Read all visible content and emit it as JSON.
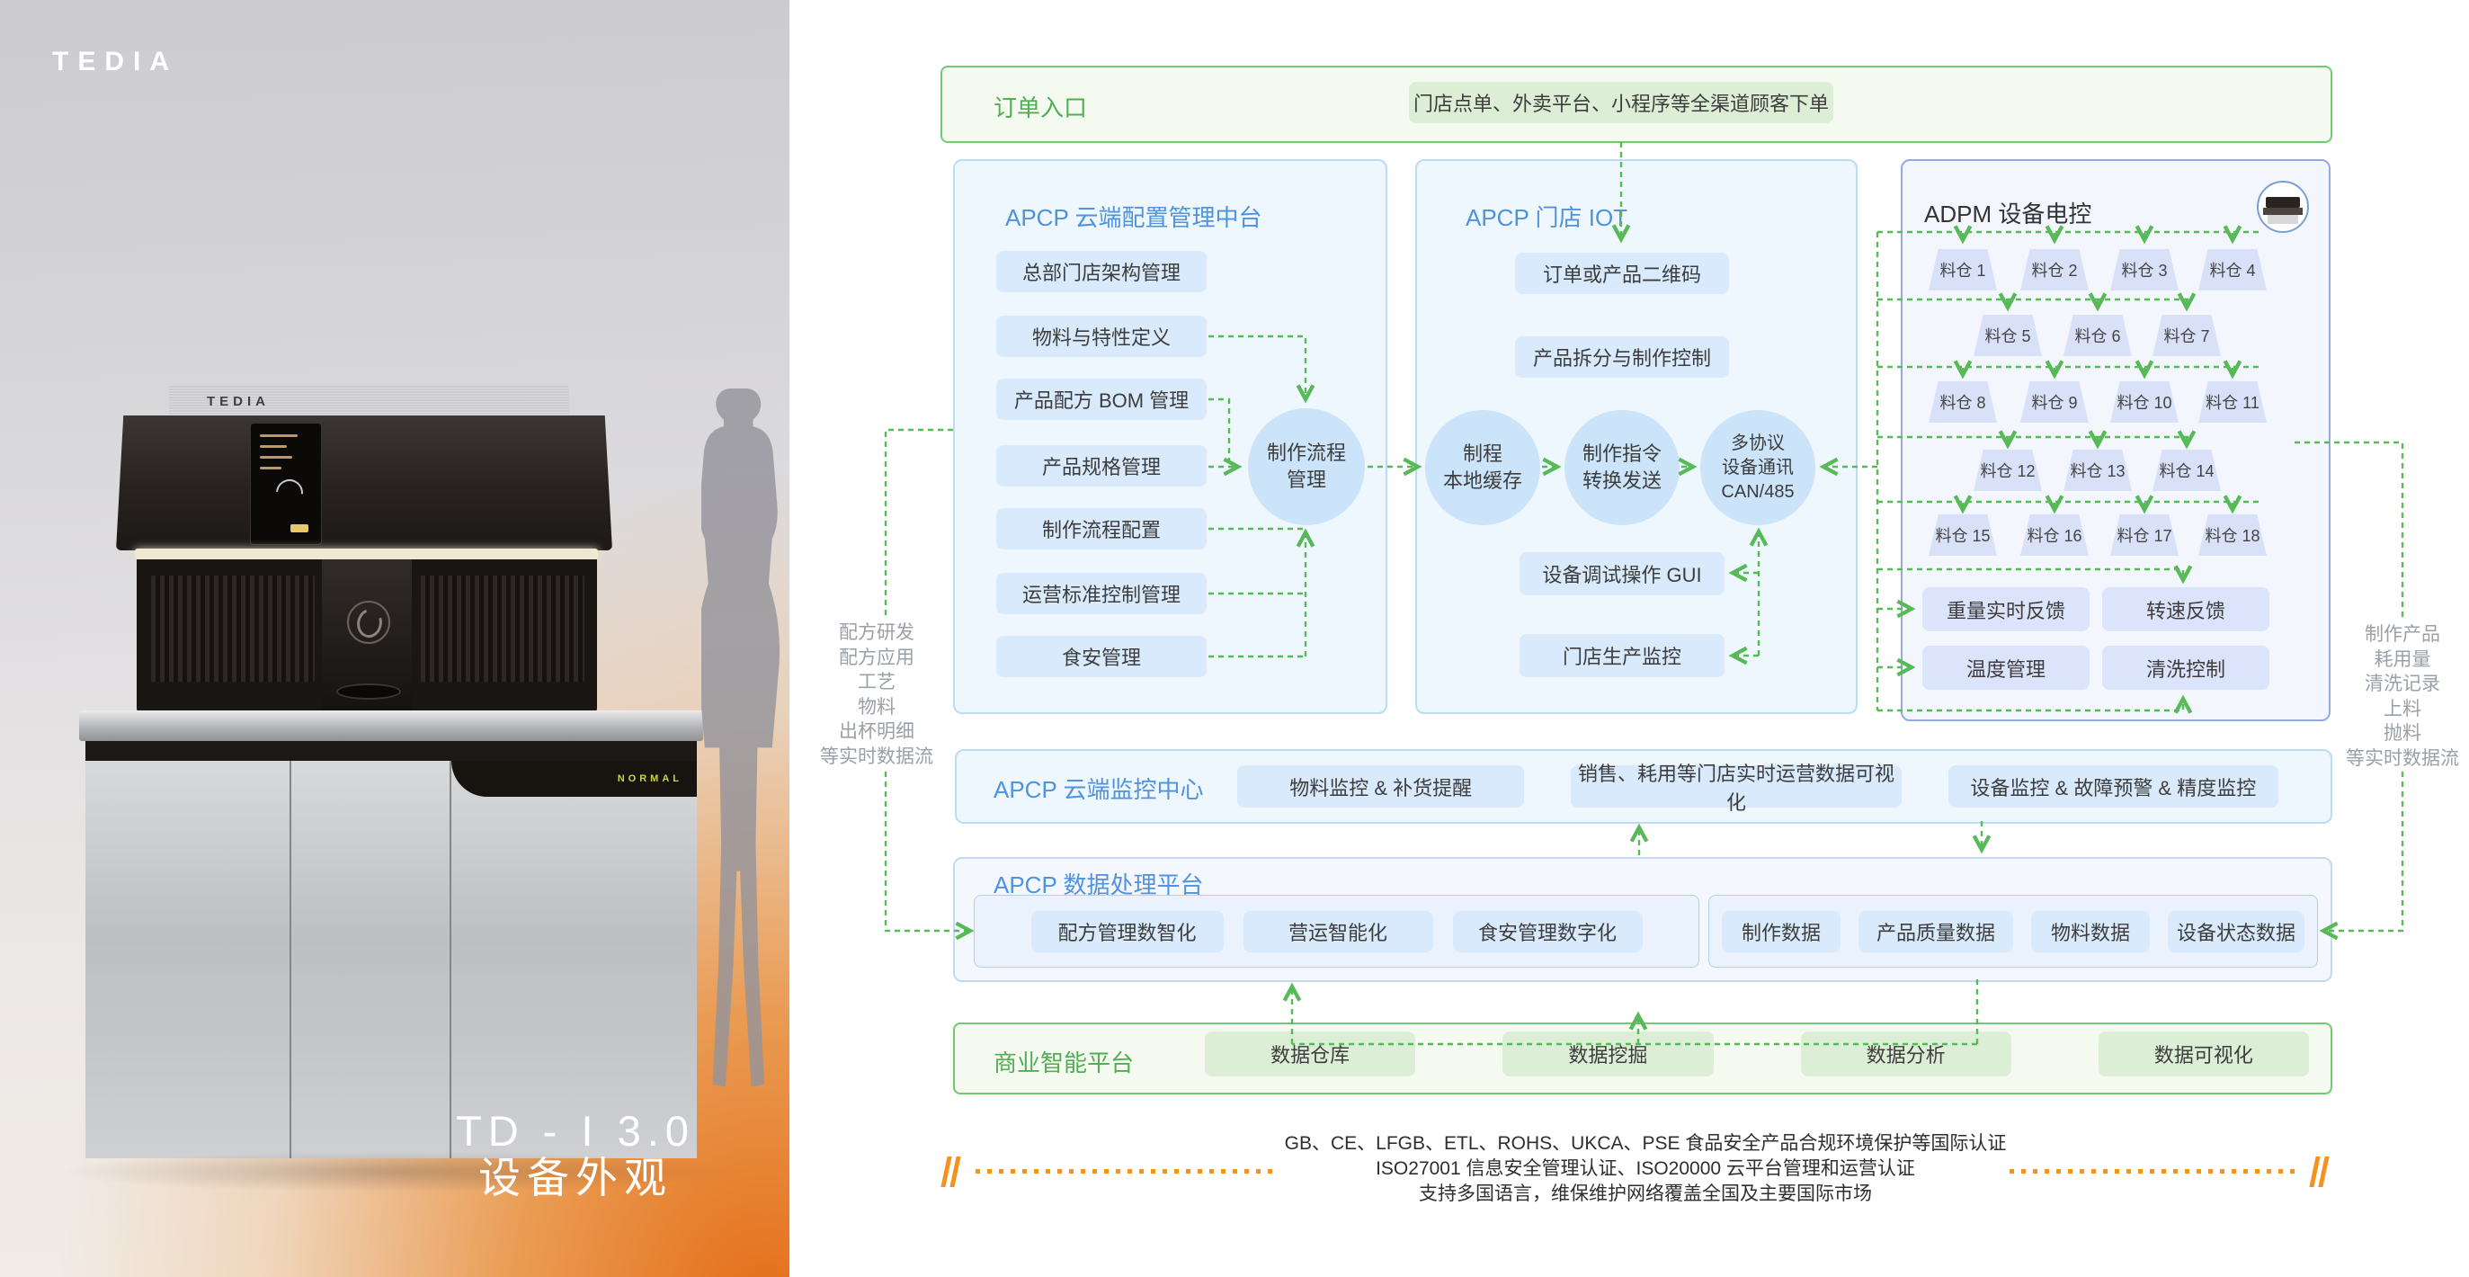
{
  "left_panel": {
    "brand_logo": "TEDIA",
    "machine_logo": "TEDIA",
    "machine_badge": "NORMAL",
    "model_line1": "TD - I 3.0",
    "model_line2": "设备外观"
  },
  "order_entry": {
    "title": "订单入口",
    "channel": "门店点单、外卖平台、小程序等全渠道顾客下单"
  },
  "cloud_config": {
    "title": "APCP 云端配置管理中台",
    "items": [
      "总部门店架构管理",
      "物料与特性定义",
      "产品配方 BOM 管理",
      "产品规格管理",
      "制作流程配置",
      "运营标准控制管理",
      "食安管理"
    ],
    "hub": "制作流程\n管理"
  },
  "store_iot": {
    "title": "APCP 门店 IOT",
    "steps": [
      "订单或产品二维码",
      "产品拆分与制作控制"
    ],
    "nodes": [
      "制程\n本地缓存",
      "制作指令\n转换发送",
      "多协议\n设备通讯\nCAN/485"
    ],
    "panels": [
      "设备调试操作 GUI",
      "门店生产监控"
    ]
  },
  "adpm": {
    "title": "ADPM 设备电控",
    "bins": [
      "料仓 1",
      "料仓 2",
      "料仓 3",
      "料仓 4",
      "料仓 5",
      "料仓 6",
      "料仓 7",
      "料仓 8",
      "料仓 9",
      "料仓 10",
      "料仓 11",
      "料仓 12",
      "料仓 13",
      "料仓 14",
      "料仓 15",
      "料仓 16",
      "料仓 17",
      "料仓 18"
    ],
    "controls": [
      "重量实时反馈",
      "转速反馈",
      "温度管理",
      "清洗控制"
    ]
  },
  "left_flow": {
    "lines": [
      "配方研发",
      "配方应用",
      "工艺",
      "物料",
      "出杯明细",
      "等实时数据流"
    ]
  },
  "right_flow": {
    "lines": [
      "制作产品",
      "耗用量",
      "清洗记录",
      "上料",
      "抛料",
      "等实时数据流"
    ]
  },
  "monitor_center": {
    "title": "APCP 云端监控中心",
    "items": [
      "物料监控 & 补货提醒",
      "销售、耗用等门店实时运营数据可视化",
      "设备监控 & 故障预警 & 精度监控"
    ]
  },
  "data_platform": {
    "title": "APCP 数据处理平台",
    "group1": [
      "配方管理数智化",
      "营运智能化",
      "食安管理数字化"
    ],
    "group2": [
      "制作数据",
      "产品质量数据",
      "物料数据",
      "设备状态数据"
    ]
  },
  "bi_platform": {
    "title": "商业智能平台",
    "items": [
      "数据仓库",
      "数据挖掘",
      "数据分析",
      "数据可视化"
    ]
  },
  "footer": {
    "lines": [
      "GB、CE、LFGB、ETL、ROHS、UKCA、PSE 食品安全产品合规环境保护等国际认证",
      "ISO27001 信息安全管理认证、ISO20000 云平台管理和运营认证",
      "支持多国语言，维保维护网络覆盖全国及主要国际市场"
    ]
  },
  "colors": {
    "connector_green": "#57ba57",
    "title_blue": "#5093dd",
    "title_green": "#53ae53",
    "accent_orange": "#f5921e",
    "adpm_border": "#97a9e4"
  }
}
